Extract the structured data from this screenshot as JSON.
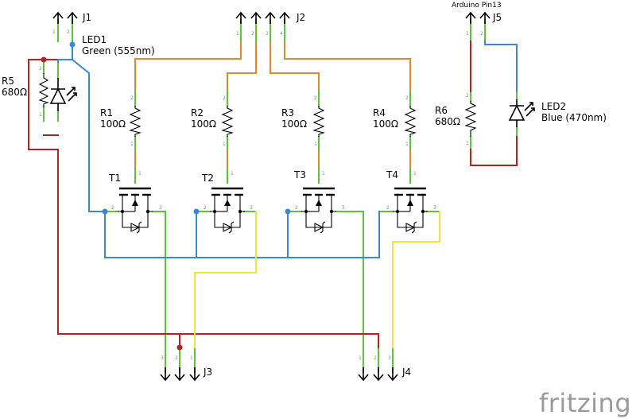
{
  "colors": {
    "green": "#5cc43a",
    "orange": "#e0892a",
    "red": "#b22222",
    "blue": "#3d87d1",
    "yellow": "#f2e43a",
    "black": "#000000",
    "logo": "#9a9a9a"
  },
  "connectors": {
    "j1": "J1",
    "j2": "J2",
    "j3": "J3",
    "j4": "J4",
    "j5": "J5",
    "j5_caption": "Arduino Pin13"
  },
  "leds": {
    "led1": {
      "ref": "LED1",
      "desc": "Green (555nm)"
    },
    "led2": {
      "ref": "LED2",
      "desc": "Blue (470nm)"
    }
  },
  "resistors": {
    "r1": {
      "ref": "R1",
      "value": "100Ω"
    },
    "r2": {
      "ref": "R2",
      "value": "100Ω"
    },
    "r3": {
      "ref": "R3",
      "value": "100Ω"
    },
    "r4": {
      "ref": "R4",
      "value": "100Ω"
    },
    "r5": {
      "ref": "R5",
      "value": "680Ω"
    },
    "r6": {
      "ref": "R6",
      "value": "680Ω"
    }
  },
  "transistors": {
    "t1": "T1",
    "t2": "T2",
    "t3": "T3",
    "t4": "T4"
  },
  "pin_numbers": {
    "one": "1",
    "two": "2",
    "three": "3",
    "four": "4"
  },
  "logo": {
    "text": "fritzing"
  }
}
